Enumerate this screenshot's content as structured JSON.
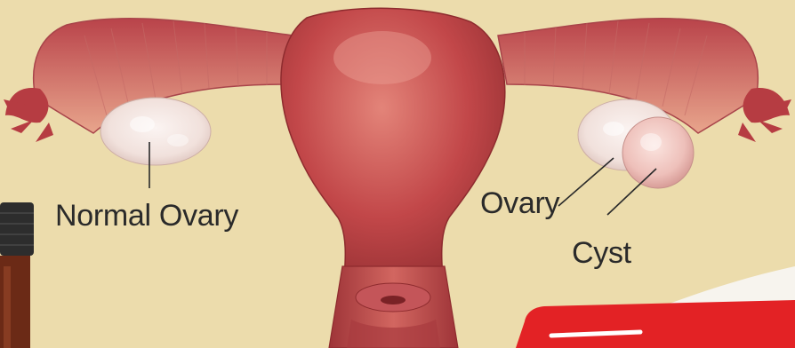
{
  "labels": {
    "normal_ovary": "Normal Ovary",
    "ovary": "Ovary",
    "cyst": "Cyst"
  },
  "colors": {
    "background": "#ecdcac",
    "uterus": "#c44a4c",
    "uterus_highlight": "#e07a70",
    "uterus_shadow": "#8e2b2e",
    "tube": "#d9967e",
    "ovary": "#f3e6e2",
    "cyst": "#f0c8c4",
    "label_text": "#2a2a2a",
    "badge": "#e32225"
  },
  "icons": {
    "bottle": "bottle-icon",
    "badge": "red-badge-icon"
  }
}
